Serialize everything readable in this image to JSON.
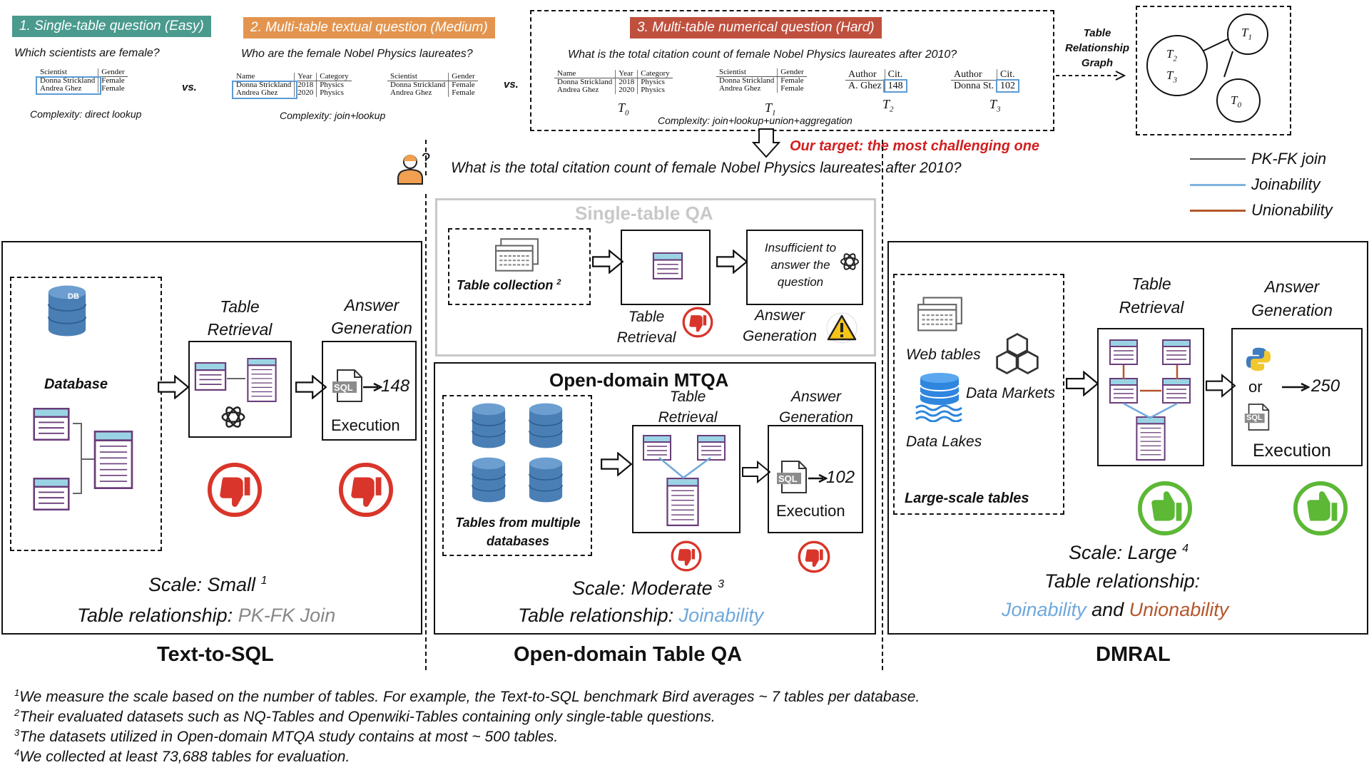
{
  "levels": {
    "easy": {
      "tag": "1. Single-table question (Easy)",
      "tag_color": "#4a9a8e",
      "question": "Which scientists are female?",
      "complexity": "Complexity: direct lookup",
      "table": {
        "headers": [
          "Scientist",
          "Gender"
        ],
        "rows": [
          [
            "Donna Strickland",
            "Female"
          ],
          [
            "Andrea Ghez",
            "Female"
          ]
        ]
      }
    },
    "vs": "vs.",
    "medium": {
      "tag": "2. Multi-table textual question (Medium)",
      "tag_color": "#e3954f",
      "question": "Who are the female Nobel  Physics laureates?",
      "complexity": "Complexity: join+lookup",
      "table_a": {
        "headers": [
          "Name",
          "Year",
          "Category"
        ],
        "rows": [
          [
            "Donna Strickland",
            "2018",
            "Physics"
          ],
          [
            "Andrea Ghez",
            "2020",
            "Physics"
          ]
        ]
      },
      "table_b": {
        "headers": [
          "Scientist",
          "Gender"
        ],
        "rows": [
          [
            "Donna Strickland",
            "Female"
          ],
          [
            "Andrea Ghez",
            "Female"
          ]
        ]
      }
    },
    "hard": {
      "tag": "3. Multi-table numerical question (Hard)",
      "tag_color": "#c0503e",
      "question": "What is the total citation count of female Nobel  Physics laureates after 2010?",
      "complexity": "Complexity: join+lookup+union+aggregation",
      "t0": {
        "label": "T",
        "sub": "0",
        "headers": [
          "Name",
          "Year",
          "Category"
        ],
        "rows": [
          [
            "Donna Strickland",
            "2018",
            "Physics"
          ],
          [
            "Andrea Ghez",
            "2020",
            "Physics"
          ]
        ]
      },
      "t1": {
        "label": "T",
        "sub": "1",
        "headers": [
          "Scientist",
          "Gender"
        ],
        "rows": [
          [
            "Donna Strickland",
            "Female"
          ],
          [
            "Andrea Ghez",
            "Female"
          ]
        ]
      },
      "t2": {
        "label": "T",
        "sub": "2",
        "headers": [
          "Author",
          "Cit."
        ],
        "rows": [
          [
            "A. Ghez",
            "148"
          ]
        ]
      },
      "t3": {
        "label": "T",
        "sub": "3",
        "headers": [
          "Author",
          "Cit."
        ],
        "rows": [
          [
            "Donna St.",
            "102"
          ]
        ]
      }
    }
  },
  "relationship_graph": {
    "label": "Table Relationship Graph",
    "nodes": [
      {
        "label": "T",
        "sub": "1"
      },
      {
        "label": "T",
        "sub": "2"
      },
      {
        "label": "T",
        "sub": "3"
      },
      {
        "label": "T",
        "sub": "0"
      }
    ]
  },
  "target_label": "Our target: the most challenging one",
  "main_question": "What is the total citation count of female Nobel  Physics laureates after 2010?",
  "legend": [
    {
      "label": "PK-FK join",
      "color": "#555555"
    },
    {
      "label": "Joinability",
      "color": "#7fb2e0"
    },
    {
      "label": "Unionability",
      "color": "#b5562a"
    }
  ],
  "text_to_sql": {
    "title": "Text-to-SQL",
    "database_label": "Database",
    "retrieval_label": "Table Retrieval",
    "generation_label": "Answer Generation",
    "sql_label": "SQL",
    "answer": "148",
    "execution_label": "Execution",
    "scale_text": "Scale: Small",
    "scale_sup": "1",
    "relationship_prefix": "Table relationship:",
    "relationship_value": "PK-FK Join"
  },
  "single_table_qa": {
    "title": "Single-table QA",
    "collection_label": "Table collection",
    "collection_sup": "2",
    "retrieval_label": "Table Retrieval",
    "generation_label": "Answer Generation",
    "insufficient_text": "Insufficient to answer the question"
  },
  "open_domain_mtqa": {
    "title": "Open-domain MTQA",
    "tables_label": "Tables from multiple databases",
    "retrieval_label": "Table Retrieval",
    "generation_label": "Answer Generation",
    "sql_label": "SQL",
    "answer": "102",
    "execution_label": "Execution",
    "scale_text": "Scale: Moderate",
    "scale_sup": "3",
    "relationship_prefix": "Table relationship:",
    "relationship_value": "Joinability",
    "section_title": "Open-domain Table QA"
  },
  "dmral": {
    "title": "DMRAL",
    "web_tables": "Web tables",
    "data_markets": "Data Markets",
    "data_lakes": "Data Lakes",
    "large_scale": "Large-scale tables",
    "retrieval_label": "Table Retrieval",
    "generation_label": "Answer Generation",
    "or_label": "or",
    "sql_label": "SQL",
    "answer": "250",
    "execution_label": "Execution",
    "scale_text": "Scale: Large",
    "scale_sup": "4",
    "relationship_prefix": "Table relationship:",
    "relationship_a": "Joinability",
    "relationship_and": "and",
    "relationship_b": "Unionability"
  },
  "footnotes": [
    {
      "sup": "1",
      "text": "We measure the scale based on the number of tables. For example, the Text-to-SQL benchmark Bird averages ~ 7 tables per database."
    },
    {
      "sup": "2",
      "text": "Their evaluated datasets such as NQ-Tables and Openwiki-Tables containing only single-table questions."
    },
    {
      "sup": "3",
      "text": "The datasets utilized in Open-domain MTQA study contains at most ~ 500 tables."
    },
    {
      "sup": "4",
      "text": "We collected at least 73,688 tables for evaluation."
    }
  ],
  "colors": {
    "table_header": "#9ad4e4",
    "table_border": "#6a3d7a",
    "db_blue": "#4a7fb5",
    "thumb_down": "#d9352a",
    "thumb_up": "#5cb835",
    "target_red": "#d21f1f",
    "joinability": "#6fa8dc",
    "unionability": "#b5562a",
    "pkfk_gray": "#777777"
  }
}
